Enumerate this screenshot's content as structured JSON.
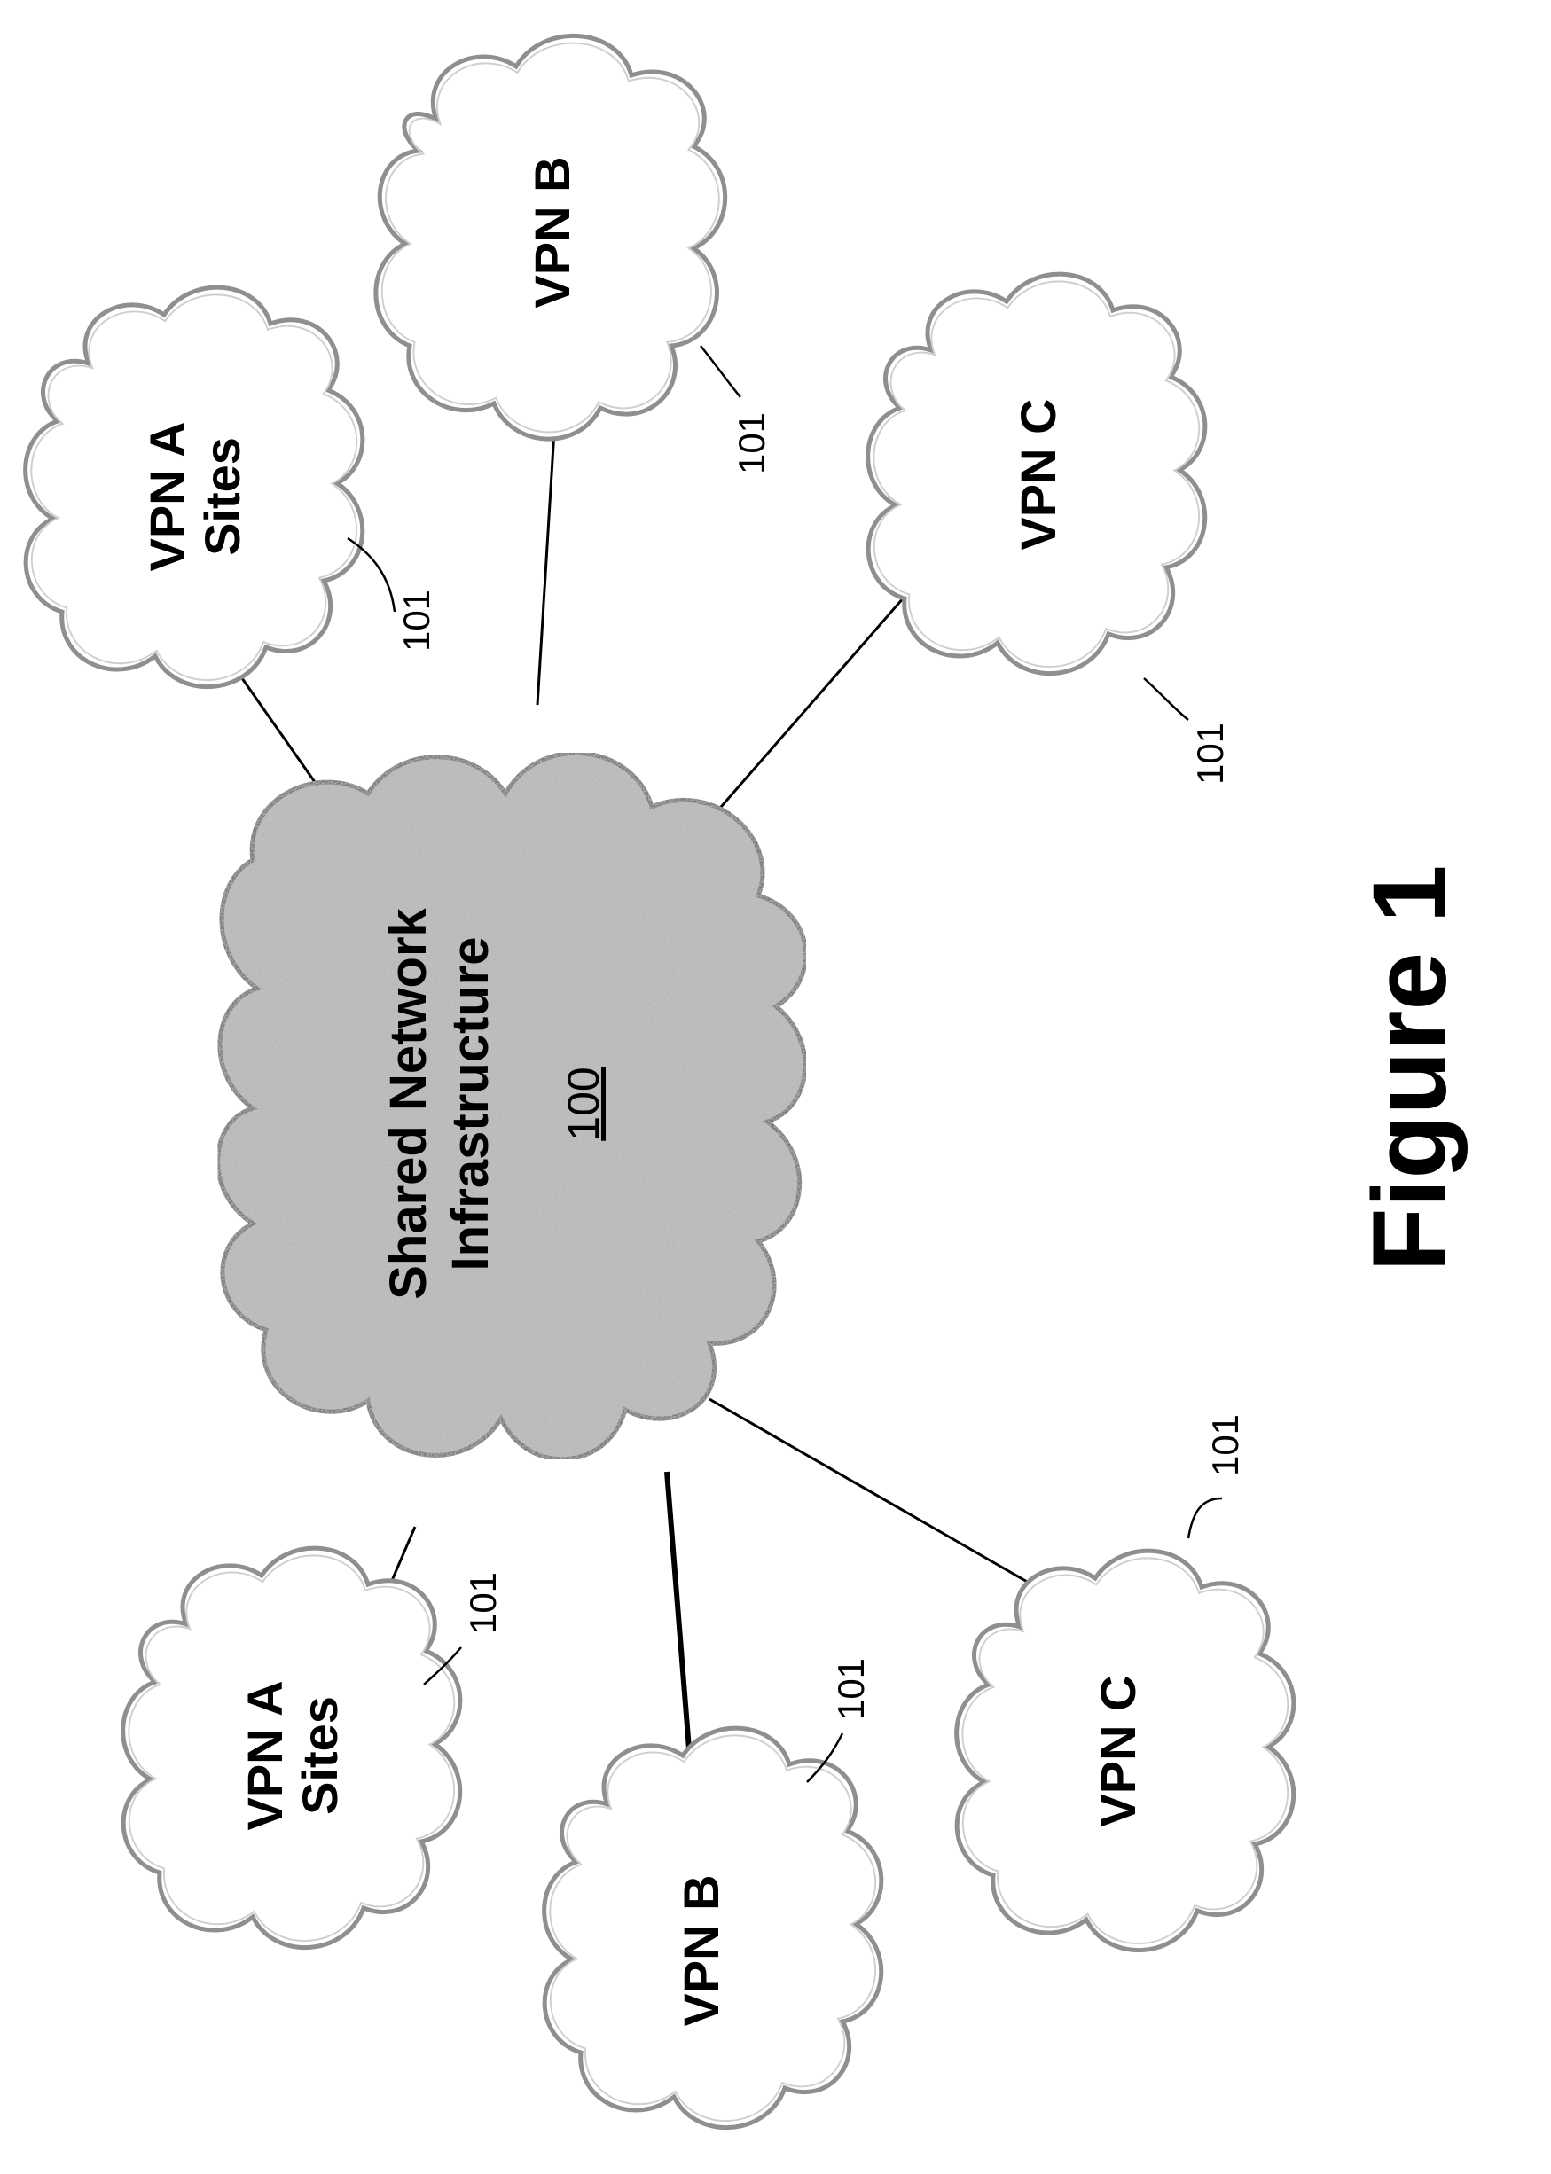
{
  "hub": {
    "line1": "Shared Network",
    "line2": "Infrastructure",
    "ref": "100"
  },
  "sites": [
    {
      "line1": "VPN A",
      "line2": "Sites",
      "ref": "101"
    },
    {
      "line1": "VPN B",
      "line2": "",
      "ref": "101"
    },
    {
      "line1": "VPN C",
      "line2": "",
      "ref": "101"
    },
    {
      "line1": "VPN A",
      "line2": "Sites",
      "ref": "101"
    },
    {
      "line1": "VPN B",
      "line2": "",
      "ref": "101"
    },
    {
      "line1": "VPN C",
      "line2": "",
      "ref": "101"
    }
  ],
  "figure_label": "Figure 1",
  "colors": {
    "hub_fill": "#b9b9b9",
    "cloud_outline": "#8f8f8f",
    "line": "#000000"
  }
}
